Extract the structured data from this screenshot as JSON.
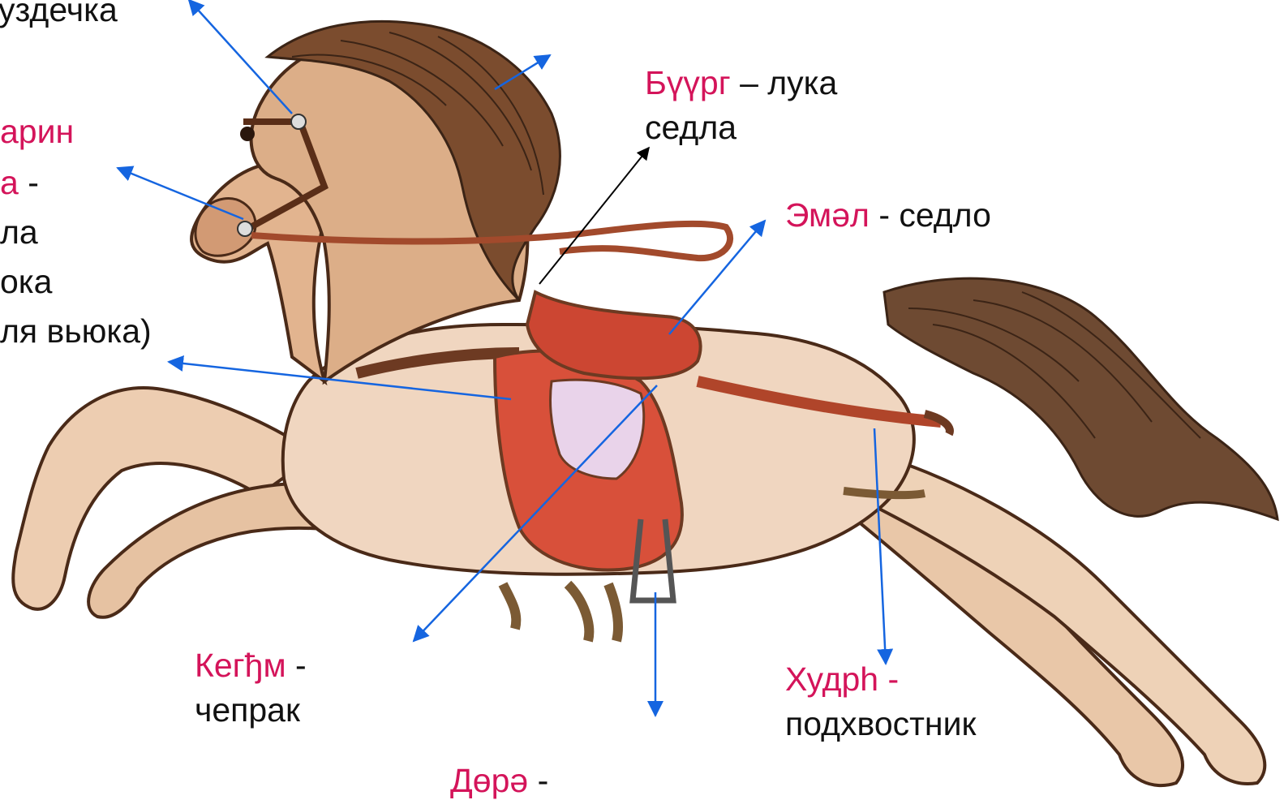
{
  "colors": {
    "term": "#d4145a",
    "text": "#111111",
    "arrow": "#1565e0",
    "pointer": "#000000",
    "coat": "#e8c6a4",
    "mane": "#7a4a2c",
    "saddle": "#d8503a",
    "cloth": "#e9d3ea"
  },
  "labels": {
    "uzdechka": {
      "ru": "уздечка"
    },
    "harin": {
      "line1": "арин",
      "line2_term": "а",
      "line2_rest": " -",
      "line3": "ла",
      "line4": "ока",
      "line5": "ля вьюка)"
    },
    "buurg": {
      "term": "Бүүрг",
      "rest": " – лука",
      "line2": "седла"
    },
    "emel": {
      "term": "Эмәл",
      "rest": " - седло"
    },
    "kegdm": {
      "term": "Кегђм",
      "rest": " -",
      "line2": "чепрак"
    },
    "hudrh": {
      "term": "Худрh -",
      "line2": "подхвостник"
    },
    "dere": {
      "term": "Дөрә",
      "rest": " -"
    }
  }
}
